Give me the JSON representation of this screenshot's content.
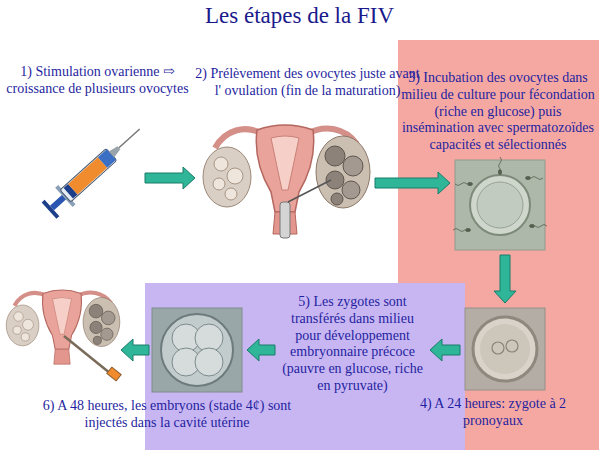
{
  "diagram": {
    "title": "Les étapes de la FIV",
    "nodes": [
      {
        "text": [
          "1) Stimulation ovarienne ⇨ croissance de plusieurs ovocytes"
        ]
      },
      {
        "text": [
          "2) Prélèvement des ovocytes juste avant l' ovulation (fin de la maturation)"
        ]
      },
      {
        "text": [
          "3) Incubation des ovocytes dans milieu de culture pour fécondation (riche en glucose) puis insémination avec spermatozoïdes capacités et sélectionnés"
        ]
      },
      {
        "text": [
          "4) A 24 heures: zygote à 2 pronoyaux"
        ]
      },
      {
        "text": [
          "5) Les zygotes sont transférés dans milieu pour développement embryonnaire précoce (pauvre en glucose, riche en pyruvate)"
        ]
      },
      {
        "text": [
          "6) A 48 heures, les embryons (stade 4¢) sont injectés dans la cavité utérine"
        ]
      }
    ],
    "edges": [
      {
        "from": 0,
        "to": 1,
        "arrow": "to"
      },
      {
        "from": 1,
        "to": 2,
        "arrow": "to"
      },
      {
        "from": 2,
        "to": 3,
        "arrow": "to"
      },
      {
        "from": 3,
        "to": 4,
        "arrow": "to"
      },
      {
        "from": 4,
        "to": 5,
        "arrow": "to"
      }
    ]
  }
}
